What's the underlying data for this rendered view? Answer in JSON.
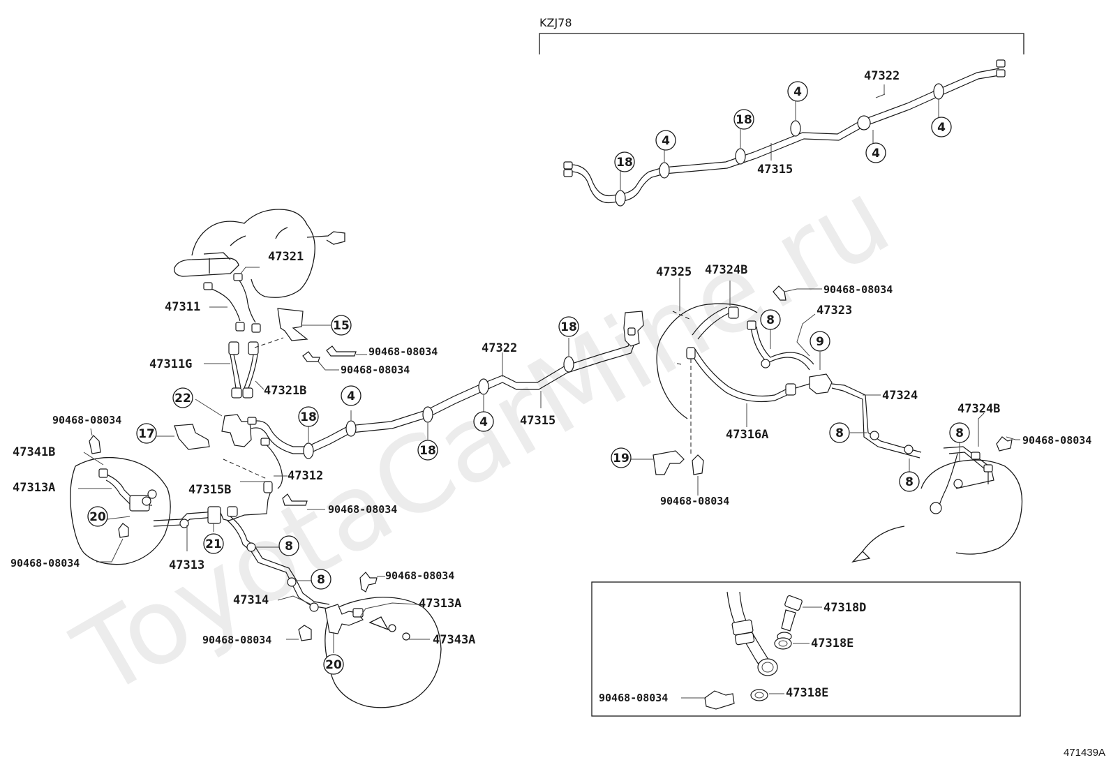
{
  "watermark": "ToyotaCarMine.ru",
  "diagram_id": "471439A",
  "variant_label": "KZJ78",
  "part_labels": [
    {
      "id": "l1",
      "text": "47322"
    },
    {
      "id": "l2",
      "text": "47315"
    },
    {
      "id": "l3",
      "text": "47321"
    },
    {
      "id": "l4",
      "text": "47311"
    },
    {
      "id": "l5",
      "text": "47311G"
    },
    {
      "id": "l6",
      "text": "47321B"
    },
    {
      "id": "l7",
      "text": "90468-08034"
    },
    {
      "id": "l8",
      "text": "90468-08034"
    },
    {
      "id": "l9",
      "text": "47322"
    },
    {
      "id": "l10",
      "text": "47315"
    },
    {
      "id": "l11",
      "text": "47324B"
    },
    {
      "id": "l12",
      "text": "47325"
    },
    {
      "id": "l13",
      "text": "90468-08034"
    },
    {
      "id": "l14",
      "text": "47323"
    },
    {
      "id": "l15",
      "text": "47324"
    },
    {
      "id": "l16",
      "text": "47324B"
    },
    {
      "id": "l17",
      "text": "90468-08034"
    },
    {
      "id": "l18",
      "text": "47316A"
    },
    {
      "id": "l19",
      "text": "90468-08034"
    },
    {
      "id": "l20",
      "text": "90468-08034"
    },
    {
      "id": "l21",
      "text": "47341B"
    },
    {
      "id": "l22",
      "text": "47313A"
    },
    {
      "id": "l23",
      "text": "90468-08034"
    },
    {
      "id": "l24",
      "text": "47313"
    },
    {
      "id": "l25",
      "text": "47312"
    },
    {
      "id": "l26",
      "text": "47315B"
    },
    {
      "id": "l27",
      "text": "90468-08034"
    },
    {
      "id": "l28",
      "text": "47314"
    },
    {
      "id": "l29",
      "text": "90468-08034"
    },
    {
      "id": "l30",
      "text": "47313A"
    },
    {
      "id": "l31",
      "text": "47343A"
    },
    {
      "id": "l32",
      "text": "90468-08034"
    },
    {
      "id": "l33",
      "text": "47318D"
    },
    {
      "id": "l34",
      "text": "47318E"
    },
    {
      "id": "l35",
      "text": "47318E"
    },
    {
      "id": "l36",
      "text": "90468-08034"
    }
  ],
  "callouts": [
    {
      "id": "c1",
      "text": "4"
    },
    {
      "id": "c2",
      "text": "18"
    },
    {
      "id": "c3",
      "text": "4"
    },
    {
      "id": "c4",
      "text": "18"
    },
    {
      "id": "c5",
      "text": "4"
    },
    {
      "id": "c6",
      "text": "4"
    },
    {
      "id": "c7",
      "text": "15"
    },
    {
      "id": "c8",
      "text": "22"
    },
    {
      "id": "c9",
      "text": "17"
    },
    {
      "id": "c10",
      "text": "18"
    },
    {
      "id": "c11",
      "text": "4"
    },
    {
      "id": "c12",
      "text": "18"
    },
    {
      "id": "c13",
      "text": "4"
    },
    {
      "id": "c14",
      "text": "18"
    },
    {
      "id": "c15",
      "text": "8"
    },
    {
      "id": "c16",
      "text": "9"
    },
    {
      "id": "c17",
      "text": "8"
    },
    {
      "id": "c18",
      "text": "8"
    },
    {
      "id": "c19",
      "text": "8"
    },
    {
      "id": "c20",
      "text": "19"
    },
    {
      "id": "c21",
      "text": "20"
    },
    {
      "id": "c22",
      "text": "21"
    },
    {
      "id": "c23",
      "text": "8"
    },
    {
      "id": "c24",
      "text": "8"
    },
    {
      "id": "c25",
      "text": "20"
    }
  ]
}
